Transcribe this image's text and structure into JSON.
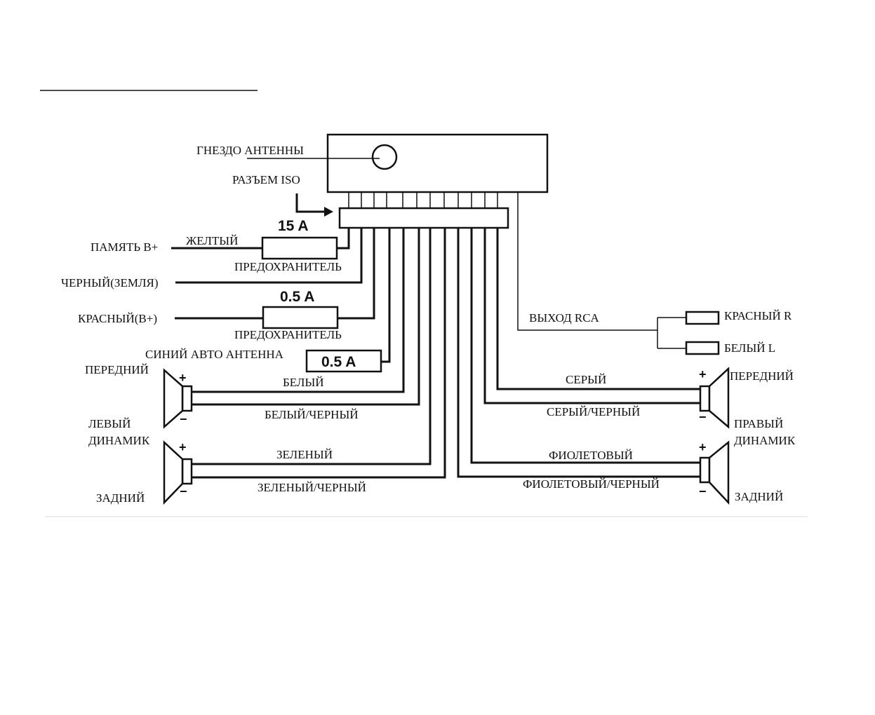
{
  "labels": {
    "antenna_socket": "ГНЕЗДО АНТЕННЫ",
    "iso_connector": "РАЗЪЕМ ISO",
    "memory_b": "ПАМЯТЬ В+",
    "yellow": "ЖЕЛТЫЙ",
    "fuse_label_1": "ПРЕДОХРАНИТЕЛЬ",
    "black_ground": "ЧЕРНЫЙ(ЗЕМЛЯ)",
    "red_b": "КРАСНЫЙ(В+)",
    "fuse_label_2": "ПРЕДОХРАНИТЕЛЬ",
    "blue_auto_antenna": "СИНИЙ АВТО АНТЕННА",
    "rca_out": "ВЫХОД RCA",
    "rca_red_r": "КРАСНЫЙ R",
    "rca_white_l": "БЕЛЫЙ L",
    "left_front": "ПЕРЕДНИЙ",
    "left_speaker_1": "ЛЕВЫЙ",
    "left_speaker_2": "ДИНАМИК",
    "left_rear": "ЗАДНИЙ",
    "right_front": "ПЕРЕДНИЙ",
    "right_speaker_1": "ПРАВЫЙ",
    "right_speaker_2": "ДИНАМИК",
    "right_rear": "ЗАДНИЙ",
    "white": "БЕЛЫЙ",
    "white_black": "БЕЛЫЙ/ЧЕРНЫЙ",
    "green": "ЗЕЛЕНЫЙ",
    "green_black": "ЗЕЛЕНЫЙ/ЧЕРНЫЙ",
    "gray": "СЕРЫЙ",
    "gray_black": "СЕРЫЙ/ЧЕРНЫЙ",
    "violet": "ФИОЛЕТОВЫЙ",
    "violet_black": "ФИОЛЕТОВЫЙ/ЧЕРНЫЙ"
  },
  "fuses": {
    "memory": "15  A",
    "power": "0.5  A",
    "antenna": "0.5  A"
  },
  "polarity": {
    "plus": "+",
    "minus": "−"
  }
}
